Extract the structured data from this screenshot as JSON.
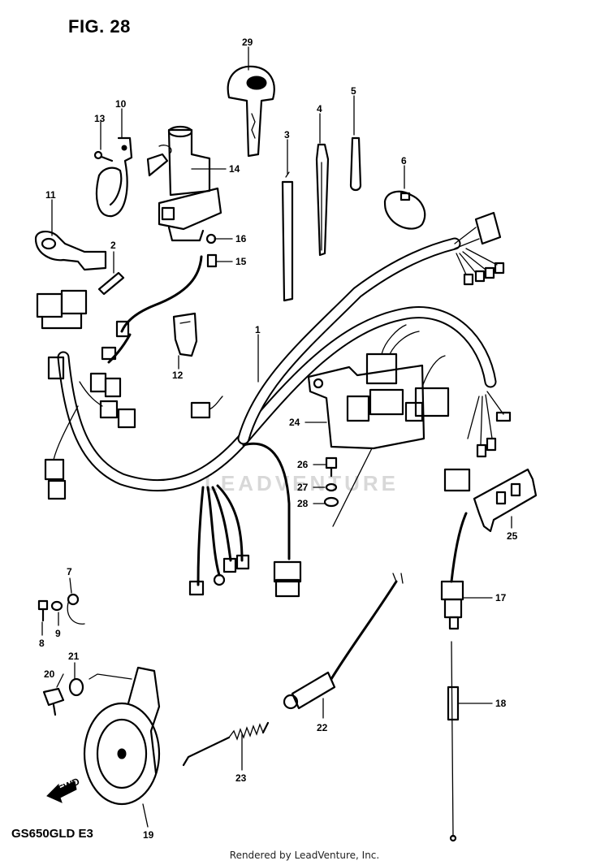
{
  "figure_title": "FIG. 28",
  "model_code": "GS650GLD  E3",
  "watermark_text": "LEADVENTURE",
  "credit": "Rendered by LeadVenture, Inc.",
  "front_arrow_label": "FWD",
  "callouts": [
    {
      "id": "c29",
      "label": "29"
    },
    {
      "id": "c10",
      "label": "10"
    },
    {
      "id": "c13",
      "label": "13"
    },
    {
      "id": "c14",
      "label": "14"
    },
    {
      "id": "c3",
      "label": "3"
    },
    {
      "id": "c4",
      "label": "4"
    },
    {
      "id": "c5",
      "label": "5"
    },
    {
      "id": "c6",
      "label": "6"
    },
    {
      "id": "c11",
      "label": "11"
    },
    {
      "id": "c2",
      "label": "2"
    },
    {
      "id": "c16",
      "label": "16"
    },
    {
      "id": "c15",
      "label": "15"
    },
    {
      "id": "c12",
      "label": "12"
    },
    {
      "id": "c1",
      "label": "1"
    },
    {
      "id": "c24",
      "label": "24"
    },
    {
      "id": "c26",
      "label": "26"
    },
    {
      "id": "c27",
      "label": "27"
    },
    {
      "id": "c28",
      "label": "28"
    },
    {
      "id": "c25",
      "label": "25"
    },
    {
      "id": "c7",
      "label": "7"
    },
    {
      "id": "c8",
      "label": "8"
    },
    {
      "id": "c9",
      "label": "9"
    },
    {
      "id": "c17",
      "label": "17"
    },
    {
      "id": "c20",
      "label": "20"
    },
    {
      "id": "c21",
      "label": "21"
    },
    {
      "id": "c18",
      "label": "18"
    },
    {
      "id": "c22",
      "label": "22"
    },
    {
      "id": "c23",
      "label": "23"
    },
    {
      "id": "c19",
      "label": "19"
    }
  ]
}
